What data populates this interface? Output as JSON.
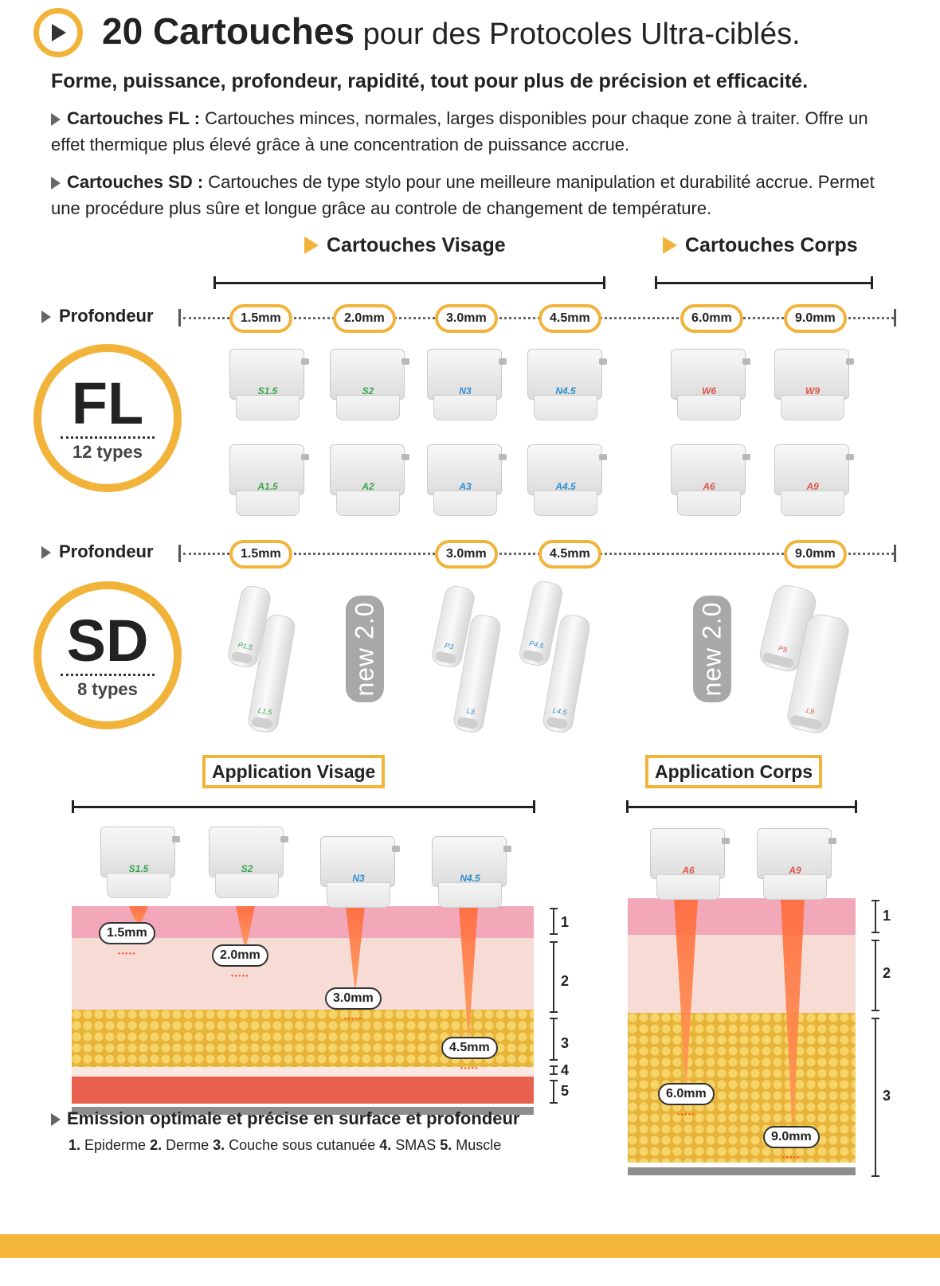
{
  "header": {
    "title_bold": "20 Cartouches",
    "title_rest": " pour des Protocoles Ultra-ciblés.",
    "subtitle": "Forme, puissance, profondeur, rapidité, tout pour plus de précision et efficacité.",
    "fl_label": "Cartouches FL :",
    "fl_text": " Cartouches minces, normales, larges disponibles pour chaque zone à traiter. Offre un effet thermique plus élevé grâce à une concentration de puissance accrue.",
    "sd_label": "Cartouches SD :",
    "sd_text": " Cartouches de type stylo pour une meilleure manipulation et durabilité accrue. Permet une procédure plus sûre et longue grâce au controle de changement de température."
  },
  "sections": {
    "visage": "Cartouches Visage",
    "corps": "Cartouches Corps"
  },
  "profondeur_label": "Profondeur",
  "fl": {
    "code": "FL",
    "types": "12 types",
    "depths": [
      "1.5mm",
      "2.0mm",
      "3.0mm",
      "4.5mm",
      "6.0mm",
      "9.0mm"
    ],
    "row1": [
      "S1.5",
      "S2",
      "N3",
      "N4.5",
      "W6",
      "W9"
    ],
    "row2": [
      "A1.5",
      "A2",
      "A3",
      "A4.5",
      "A6",
      "A9"
    ]
  },
  "sd": {
    "code": "SD",
    "types": "8 types",
    "depths": [
      "1.5mm",
      "3.0mm",
      "4.5mm",
      "9.0mm"
    ],
    "pens": [
      "P1.5",
      "L1.5",
      "P3",
      "L3",
      "P4.5",
      "L4.5",
      "P9",
      "L9"
    ],
    "new_tag": "new 2.0"
  },
  "application": {
    "visage": "Application Visage",
    "corps": "Application Corps",
    "visage_carts": [
      "S1.5",
      "S2",
      "N3",
      "N4.5"
    ],
    "corps_carts": [
      "A6",
      "A9"
    ],
    "visage_depths": [
      "1.5mm",
      "2.0mm",
      "3.0mm",
      "4.5mm"
    ],
    "corps_depths": [
      "6.0mm",
      "9.0mm"
    ],
    "layer_numbers": [
      "1",
      "2",
      "3",
      "4",
      "5"
    ]
  },
  "footer": {
    "emission": "Emission optimale et précise en surface et profondeur",
    "legend": [
      {
        "n": "1.",
        "t": " Epiderme "
      },
      {
        "n": "2.",
        "t": " Derme "
      },
      {
        "n": "3.",
        "t": " Couche sous cutanuée "
      },
      {
        "n": "4.",
        "t": " SMAS "
      },
      {
        "n": "5.",
        "t": " Muscle"
      }
    ]
  },
  "colors": {
    "accent": "#f2b33b",
    "green": "#3aa54a",
    "blue": "#2f8fd0",
    "red": "#e0554a",
    "beam": "#ff6a3a",
    "epidermis": "#f2a8b8",
    "derm": "#f7dcd6",
    "fat": "#f2c64a",
    "muscle": "#e8604e"
  }
}
